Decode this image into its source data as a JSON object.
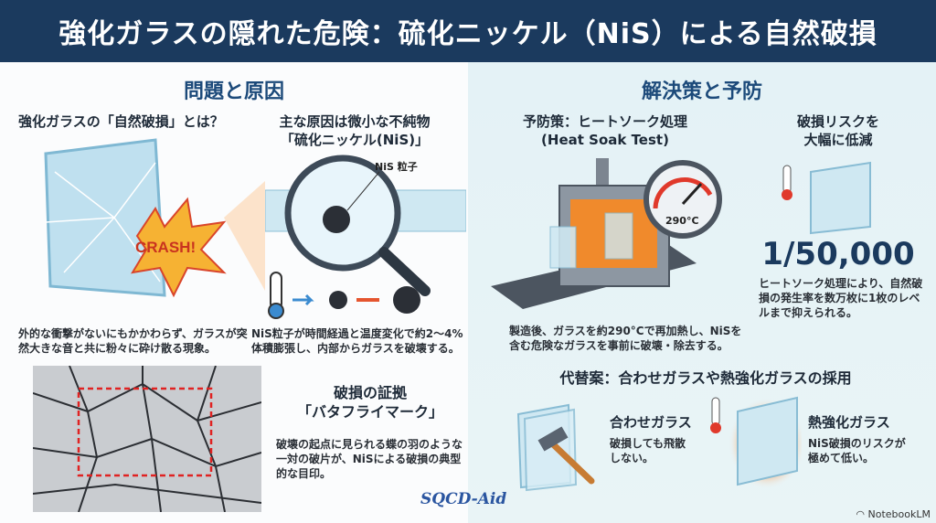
{
  "title": "強化ガラスの隠れた危険：硫化ニッケル（NiS）による自然破損",
  "left": {
    "section_title": "問題と原因",
    "what": {
      "heading": "強化ガラスの「自然破損」とは？",
      "crash_label": "CRASH!",
      "text": "外的な衝撃がないにもかかわらず、ガラスが突然大きな音と共に粉々に砕け散る現象。"
    },
    "cause": {
      "heading_line1": "主な原因は微小な不純物",
      "heading_line2": "「硫化ニッケル(NiS)」",
      "particle_label": "NiS 粒子",
      "text": "NiS粒子が時間経過と温度変化で約2～4%体積膨張し、内部からガラスを破壊する。"
    },
    "evidence": {
      "heading_line1": "破損の証拠",
      "heading_line2": "「バタフライマーク」",
      "text": "破壊の起点に見られる蝶の羽のような一対の破片が、NiSによる破損の典型的な目印。"
    },
    "watermark": "SQCD-Aid"
  },
  "right": {
    "section_title": "解決策と予防",
    "heat_soak": {
      "heading_line1": "予防策：ヒートソーク処理",
      "heading_line2": "(Heat Soak Test)",
      "gauge_label": "290°C",
      "text": "製造後、ガラスを約290°Cで再加熱し、NiSを含む危険なガラスを事前に破壊・除去する。"
    },
    "risk": {
      "heading_line1": "破損リスクを",
      "heading_line2": "大幅に低減",
      "value": "1/50,000",
      "text": "ヒートソーク処理により、自然破損の発生率を数万枚に1枚のレベルまで抑えられる。"
    },
    "alt": {
      "heading": "代替案：合わせガラスや熱強化ガラスの採用",
      "laminated": {
        "title": "合わせガラス",
        "text": "破損しても飛散しない。"
      },
      "heat_strengthened": {
        "title": "熱強化ガラス",
        "text": "NiS破損のリスクが極めて低い。"
      }
    },
    "brand": "NotebookLM"
  },
  "colors": {
    "header": "#1b3a5e",
    "accent": "#1c4a7a",
    "right_bg": "#e4f2f6"
  }
}
